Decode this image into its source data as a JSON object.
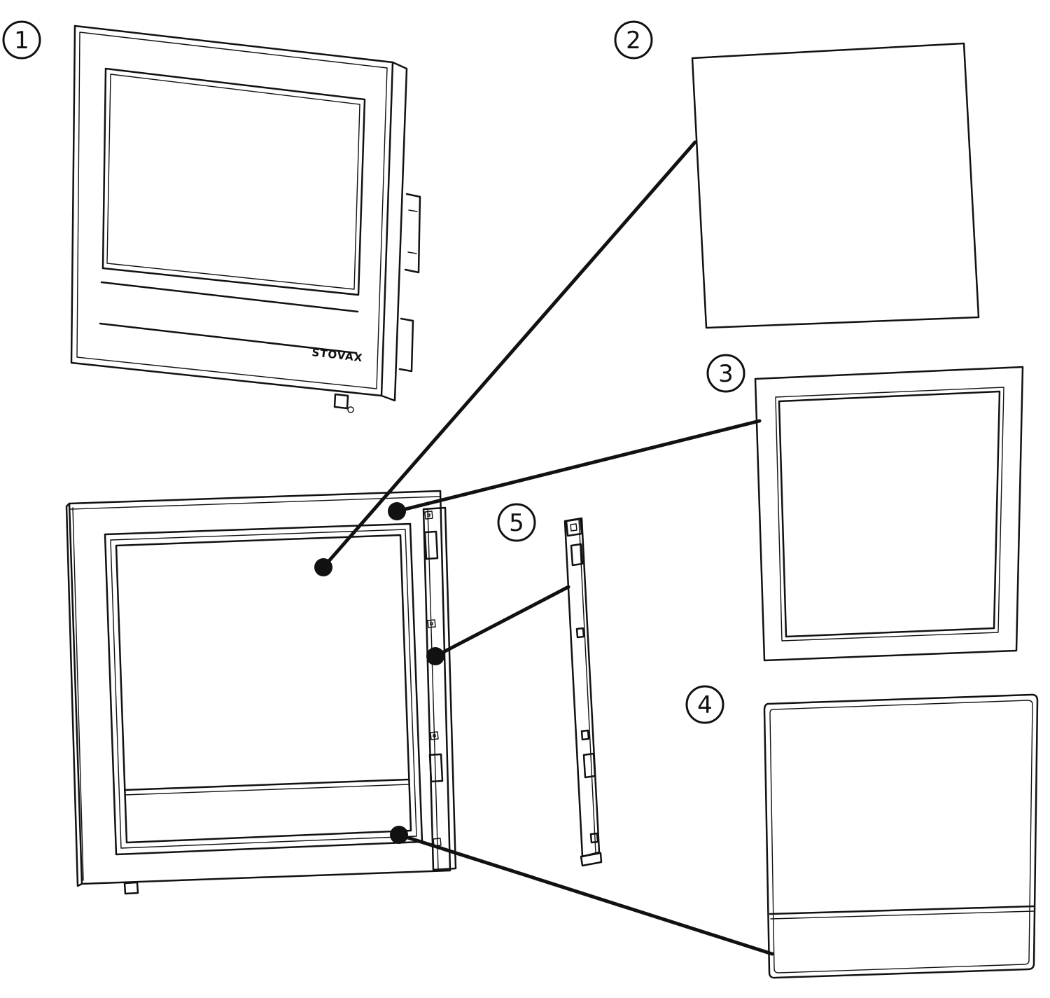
{
  "callouts": [
    {
      "label": "1"
    },
    {
      "label": "2"
    },
    {
      "label": "3"
    },
    {
      "label": "4"
    },
    {
      "label": "5"
    }
  ],
  "brand": "STOVAX",
  "colors": {
    "line": "#111111",
    "background": "#ffffff"
  }
}
